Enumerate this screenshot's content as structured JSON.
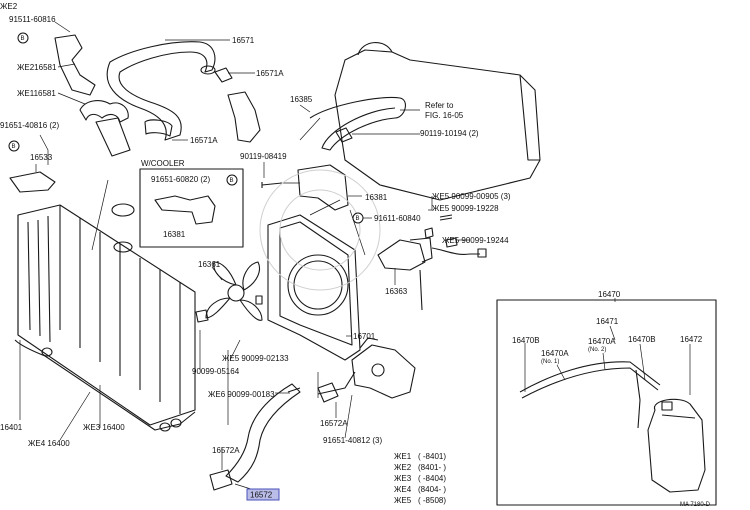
{
  "labels": {
    "corner_top": "ЖЕ2",
    "p91511_60816": "91511-60816",
    "p16571": "16571",
    "p16571A_top": "16571A",
    "p216581": "ЖЕ216581",
    "p116581": "ЖЕ116581",
    "p16571A_mid": "16571A",
    "p91651_40816": "91651-40816 (2)",
    "p16533": "16533",
    "w_cooler": "W/COOLER",
    "p91651_60820": "91651-60820 (2)",
    "p16381_box": "16381",
    "p16385": "16385",
    "refer_to": "Refer to",
    "fig": "FIG. 16-05",
    "p90119_10194": "90119-10194 (2)",
    "p90119_08419": "90119-08419",
    "p16381": "16381",
    "p90099_00905": "ЖЕ5 90099-00905 (3)",
    "p90099_19228": "ЖЕ5 90099-19228",
    "p91611_60840": "91611-60840",
    "p90099_19244": "ЖЕ5 90099-19244",
    "p16361": "16361",
    "p16363": "16363",
    "p90099_02133": "ЖЕ5 90099-02133",
    "p90099_05164": "90099-05164",
    "p16701": "16701",
    "p90099_00183": "ЖЕ6 90099-00183",
    "p16572A_right": "16572A",
    "p91651_40812": "91651-40812 (3)",
    "p16572A_left": "16572A",
    "p16572": "16572",
    "p16401": "16401",
    "p416400": "ЖЕ4 16400",
    "p316400": "ЖЕ3 16400",
    "p16470": "16470",
    "p16471": "16471",
    "p16470B_left": "16470B",
    "p16470A_no1": "16470A",
    "no1": "(No. 1)",
    "p16470A_no2": "16470A",
    "no2": "(No. 2)",
    "p16470B_right": "16470B",
    "p16472": "16472",
    "drawing_id": "MA 7180-D"
  },
  "legend": [
    {
      "mark": "ЖЕ1",
      "range": "(      -8401)"
    },
    {
      "mark": "ЖЕ2",
      "range": "(8401-      )"
    },
    {
      "mark": "ЖЕ3",
      "range": "(      -8404)"
    },
    {
      "mark": "ЖЕ4",
      "range": "(8404-      )"
    },
    {
      "mark": "ЖЕ5",
      "range": "(      -8508)"
    }
  ],
  "circle_marks": {
    "b": "B"
  },
  "highlight_color": "#b9bde8"
}
